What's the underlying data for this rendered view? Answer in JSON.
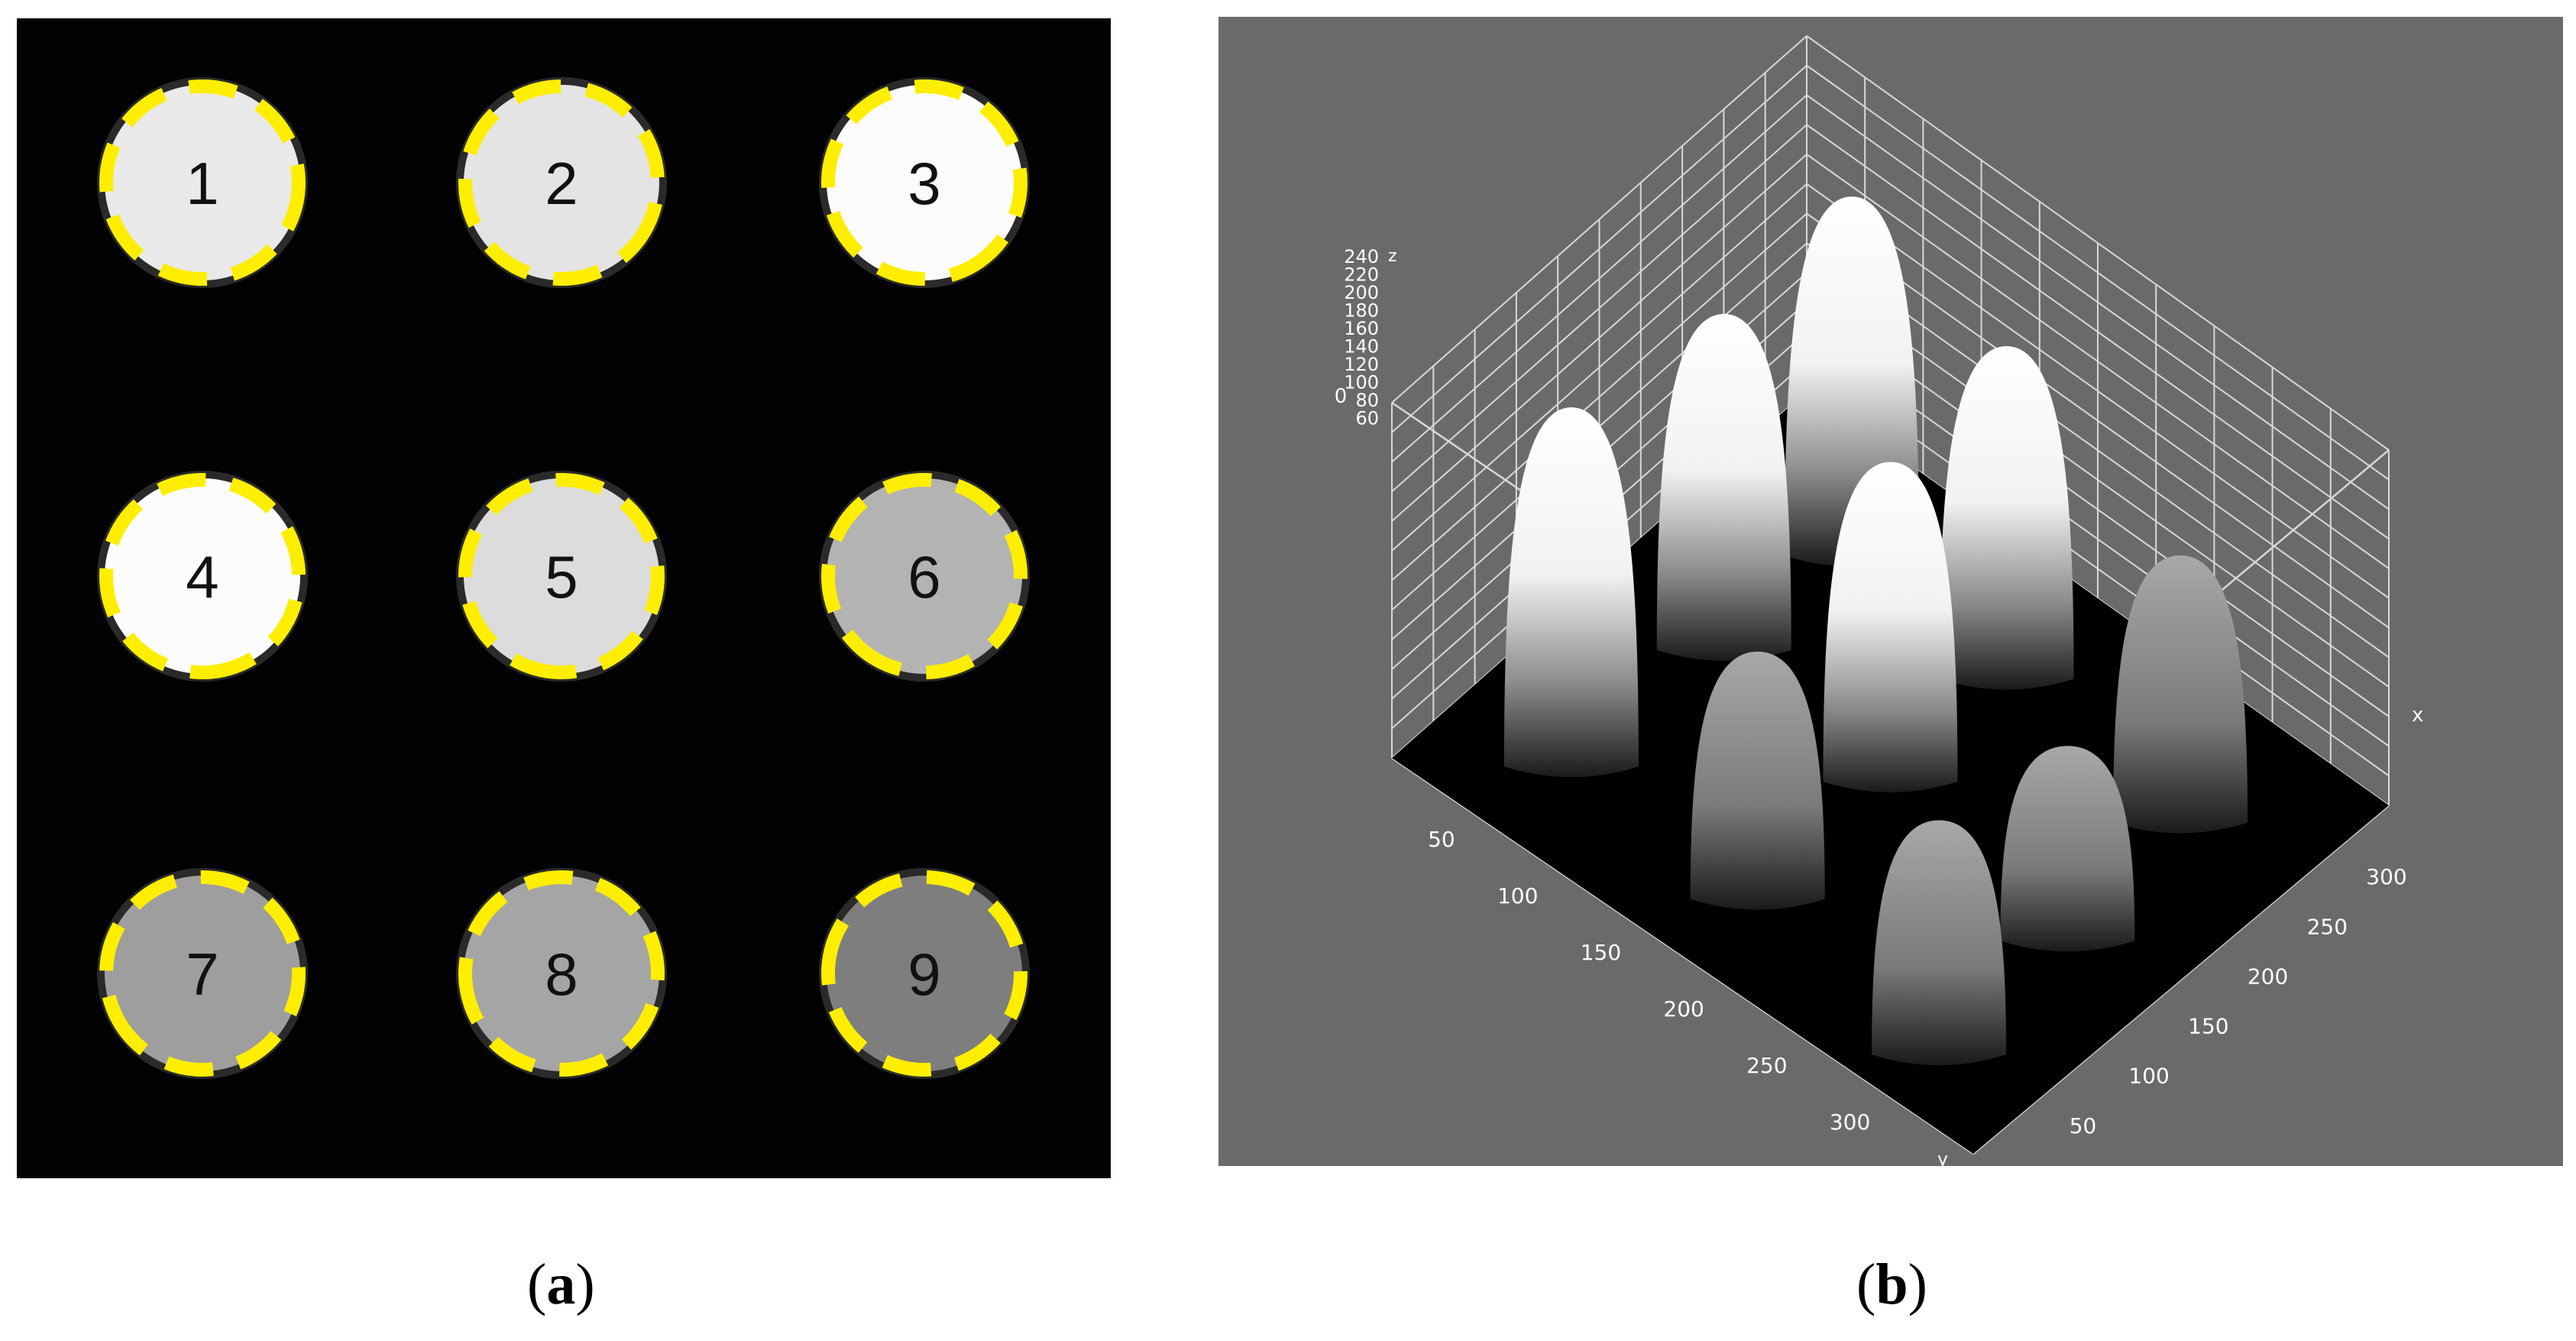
{
  "panel_a": {
    "label": "a",
    "wells": [
      {
        "label": "1",
        "fill": "#e9e9e9"
      },
      {
        "label": "2",
        "fill": "#e4e4e4"
      },
      {
        "label": "3",
        "fill": "#fbfbfb"
      },
      {
        "label": "4",
        "fill": "#fcfcfc"
      },
      {
        "label": "5",
        "fill": "#dcdcdc"
      },
      {
        "label": "6",
        "fill": "#b3b3b3"
      },
      {
        "label": "7",
        "fill": "#9e9e9e"
      },
      {
        "label": "8",
        "fill": "#a5a5a5"
      },
      {
        "label": "9",
        "fill": "#7e7e7e"
      }
    ]
  },
  "panel_b": {
    "label": "b",
    "z_ticks": [
      "240",
      "220",
      "200",
      "180",
      "160",
      "140",
      "120",
      "100",
      "80",
      "60"
    ],
    "x_ticks": [
      "300",
      "250",
      "200",
      "150",
      "100",
      "50"
    ],
    "y_ticks": [
      "50",
      "100",
      "150",
      "200",
      "250",
      "300"
    ],
    "origin_tick": "0",
    "axis_x": "x",
    "axis_y": "y",
    "axis_z": "z"
  },
  "chart_data": {
    "type": "heatmap",
    "title": "",
    "zlabel": "z",
    "xlabel": "x",
    "ylabel": "y",
    "zlim": [
      0,
      240
    ],
    "xlim": [
      0,
      350
    ],
    "ylim": [
      0,
      350
    ],
    "grid": true,
    "series": [
      {
        "label": "1",
        "relative_intensity": 0.93
      },
      {
        "label": "2",
        "relative_intensity": 0.92
      },
      {
        "label": "3",
        "relative_intensity": 1.0
      },
      {
        "label": "4",
        "relative_intensity": 1.0
      },
      {
        "label": "5",
        "relative_intensity": 0.88
      },
      {
        "label": "6",
        "relative_intensity": 0.72
      },
      {
        "label": "7",
        "relative_intensity": 0.62
      },
      {
        "label": "8",
        "relative_intensity": 0.66
      },
      {
        "label": "9",
        "relative_intensity": 0.5
      }
    ]
  },
  "colors": {
    "marker": "#ffee00",
    "background_a": "#020202",
    "background_b": "#6a6a6a"
  }
}
